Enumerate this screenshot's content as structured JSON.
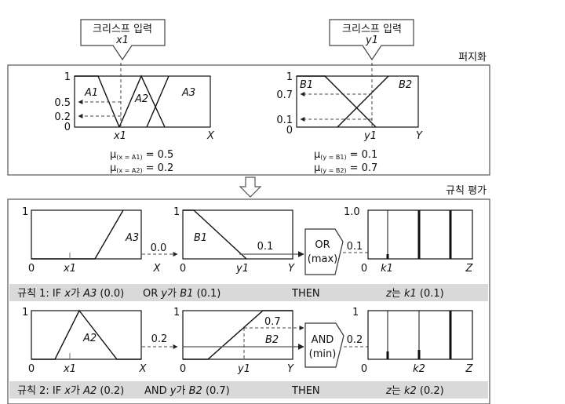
{
  "fuzzification": {
    "title": "퍼지화",
    "input_x": {
      "label": "크리스프 입력",
      "var": "x1"
    },
    "input_y": {
      "label": "크리스프 입력",
      "var": "y1"
    },
    "plot_x": {
      "yticks": [
        "1",
        "0.5",
        "0.2",
        "0"
      ],
      "sets": [
        "A1",
        "A2",
        "A3"
      ],
      "xlabel": "x1",
      "axis": "X",
      "mu1": {
        "pre": "μ",
        "sub": "(x = A1)",
        "val": "= 0.5"
      },
      "mu2": {
        "pre": "μ",
        "sub": "(x = A2)",
        "val": "= 0.2"
      }
    },
    "plot_y": {
      "yticks": [
        "1",
        "0.7",
        "0.1",
        "0"
      ],
      "sets": [
        "B1",
        "B2"
      ],
      "xlabel": "y1",
      "axis": "Y",
      "mu1": {
        "pre": "μ",
        "sub": "(y = B1)",
        "val": "= 0.1"
      },
      "mu2": {
        "pre": "μ",
        "sub": "(y = B2)",
        "val": "= 0.7"
      }
    }
  },
  "evaluation": {
    "title": "규칙 평가",
    "rule1": {
      "a": {
        "set": "A3",
        "ytop": "1",
        "zero": "0",
        "xl": "x1",
        "axis": "X"
      },
      "a_out": "0.0",
      "b": {
        "set": "B1",
        "ytop": "1",
        "zero": "0",
        "xl": "y1",
        "axis": "Y"
      },
      "b_out": "0.1",
      "op": {
        "name": "OR",
        "kind": "(max)"
      },
      "op_out": "0.1",
      "z": {
        "ytop": "1.0",
        "zero": "0",
        "kl": "k1",
        "axis": "Z"
      },
      "text": {
        "rule": "규칙 1: IF",
        "v1": "x",
        "is1": "가",
        "s1": "A3",
        "val1": "(0.0)",
        "conj": "OR",
        "v2": "y",
        "is2": "가",
        "s2": "B1",
        "val2": "(0.1)",
        "then": "THEN",
        "zv": "z",
        "zis": "는",
        "kv": "k1",
        "kval": "(0.1)"
      }
    },
    "rule2": {
      "a": {
        "set": "A2",
        "ytop": "1",
        "zero": "0",
        "xl": "x1",
        "axis": "X"
      },
      "a_out": "0.2",
      "b": {
        "set": "B2",
        "ytop": "1",
        "zero": "0",
        "xl": "y1",
        "axis": "Y",
        "mark": "0.7"
      },
      "op": {
        "name": "AND",
        "kind": "(min)"
      },
      "op_out": "0.2",
      "z": {
        "ytop": "1",
        "zero": "0",
        "kl": "k2",
        "axis": "Z"
      },
      "text": {
        "rule": "규칙 2: IF",
        "v1": "x",
        "is1": "가",
        "s1": "A2",
        "val1": "(0.2)",
        "conj": "AND",
        "v2": "y",
        "is2": "가",
        "s2": "B2",
        "val2": "(0.7)",
        "then": "THEN",
        "zv": "z",
        "zis": "는",
        "kv": "k2",
        "kval": "(0.2)"
      }
    }
  }
}
